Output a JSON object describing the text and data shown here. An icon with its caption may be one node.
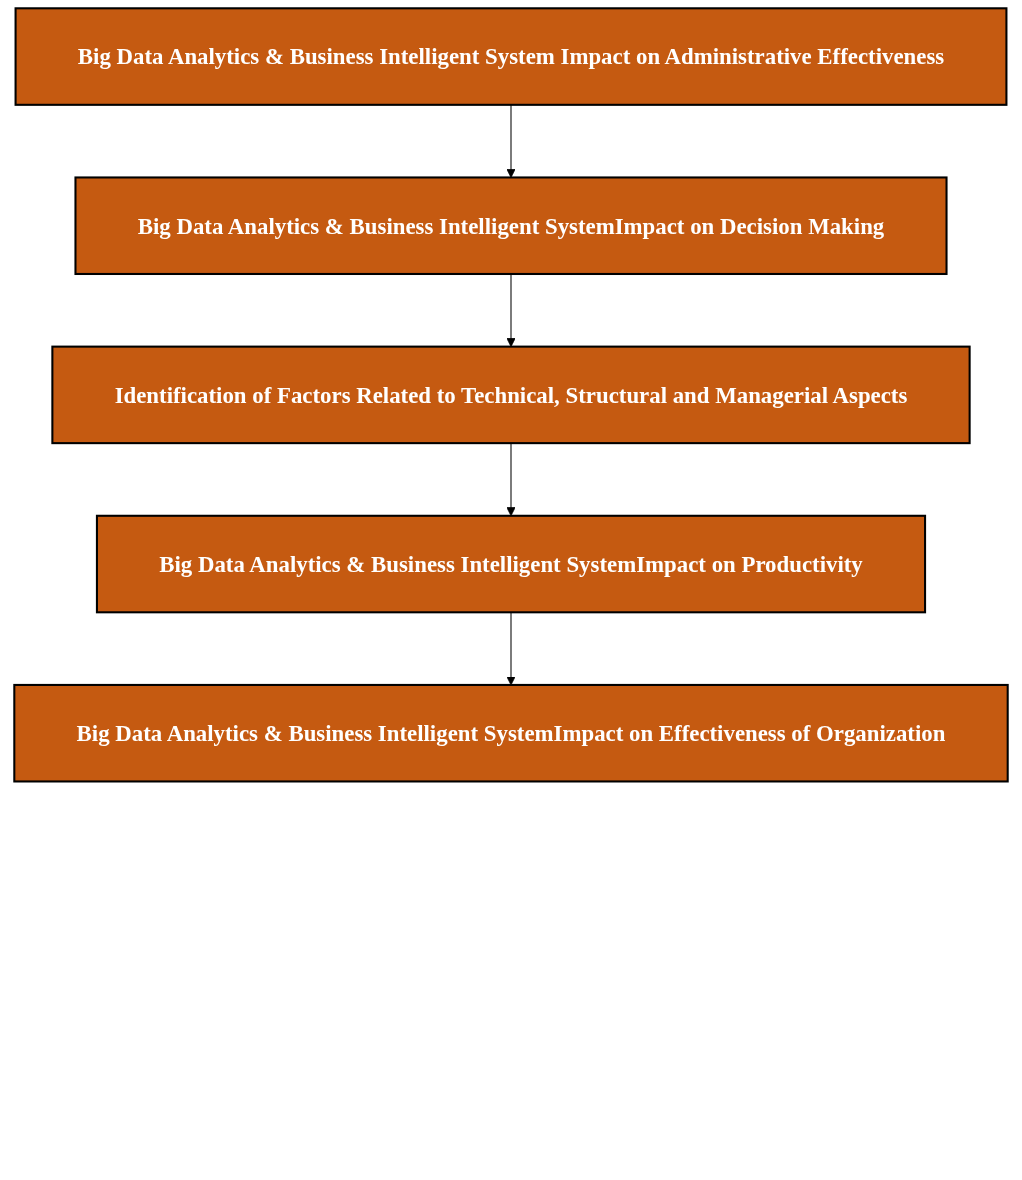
{
  "diagram": {
    "nodes": [
      {
        "text": [
          "Big Data Analytics & Business Intelligent System Impact on Administrative Effectiveness"
        ]
      },
      {
        "text": [
          "Big Data Analytics & Business Intelligent SystemImpact on Decision Making"
        ]
      },
      {
        "text": [
          "Identification of Factors Related to Technical, Structural and Managerial Aspects"
        ]
      },
      {
        "text": [
          "Big Data Analytics & Business Intelligent SystemImpact on Productivity"
        ]
      },
      {
        "text": [
          "Big Data Analytics & Business Intelligent SystemImpact on Effectiveness of Organization"
        ]
      }
    ],
    "edges": [
      {
        "from": 0,
        "to": 1,
        "arrow": "to"
      },
      {
        "from": 1,
        "to": 2,
        "arrow": "to"
      },
      {
        "from": 2,
        "to": 3,
        "arrow": "to"
      },
      {
        "from": 3,
        "to": 4,
        "arrow": "to"
      }
    ]
  }
}
